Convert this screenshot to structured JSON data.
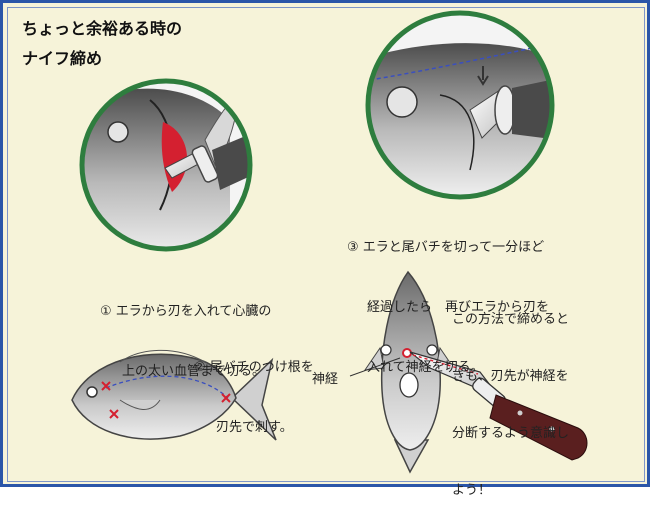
{
  "title": {
    "line1": "ちょっと余裕ある時の",
    "line2": "ナイフ締め"
  },
  "steps": {
    "step1": {
      "line1": "① エラから刃を入れて心臓の",
      "line2": "上の太い血管まで切る。"
    },
    "step2": {
      "line1": "② 尾バチのつけ根を",
      "line2": "刃先で刺す。"
    },
    "step3": {
      "line1": "③ エラと尾バチを切って一分ほど",
      "line2": "経過したら　再びエラから刃を",
      "line3": "入れて神経を切る。"
    }
  },
  "note": {
    "line1": "この方法で締めると",
    "line2": "きも、刃先が神経を",
    "line3": "分断するよう意識し",
    "line4": "よう！"
  },
  "labels": {
    "nerve": "神経"
  },
  "colors": {
    "frame": "#2a55a8",
    "background": "#f6f3d9",
    "circle_border": "#2e7d3e",
    "cut_mark": "#d42030",
    "dashed_line": "#3a4fbf",
    "knife_handle": "#5a1f1f"
  }
}
